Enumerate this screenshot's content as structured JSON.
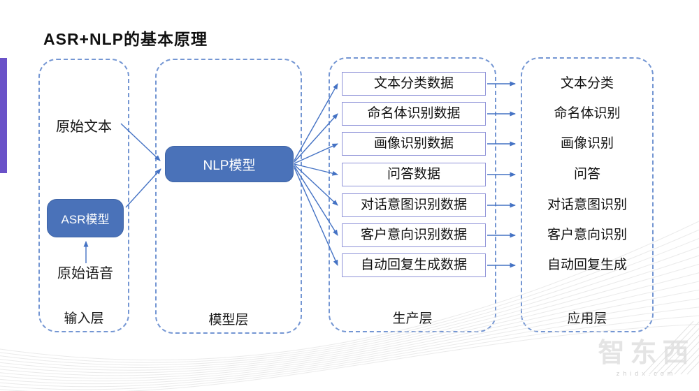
{
  "title": "ASR+NLP的基本原理",
  "layers": {
    "input": {
      "label": "输入层",
      "raw_text": "原始文本",
      "asr_model": "ASR模型",
      "raw_speech": "原始语音"
    },
    "model": {
      "label": "模型层",
      "nlp_model": "NLP模型"
    },
    "production": {
      "label": "生产层",
      "boxes": [
        "文本分类数据",
        "命名体识别数据",
        "画像识别数据",
        "问答数据",
        "对话意图识别数据",
        "客户意向识别数据",
        "自动回复生成数据"
      ]
    },
    "application": {
      "label": "应用层",
      "items": [
        "文本分类",
        "命名体识别",
        "画像识别",
        "问答",
        "对话意图识别",
        "客户意向识别",
        "自动回复生成"
      ]
    }
  },
  "watermark": {
    "brand": "智东西",
    "site": "zhidx.com"
  },
  "colors": {
    "accent_purple": "#6a52c8",
    "node_blue": "#4a72b9",
    "arrow_blue": "#4472c4",
    "dashed_border_blue": "#4673c4",
    "production_box_border": "#8f93d8"
  }
}
